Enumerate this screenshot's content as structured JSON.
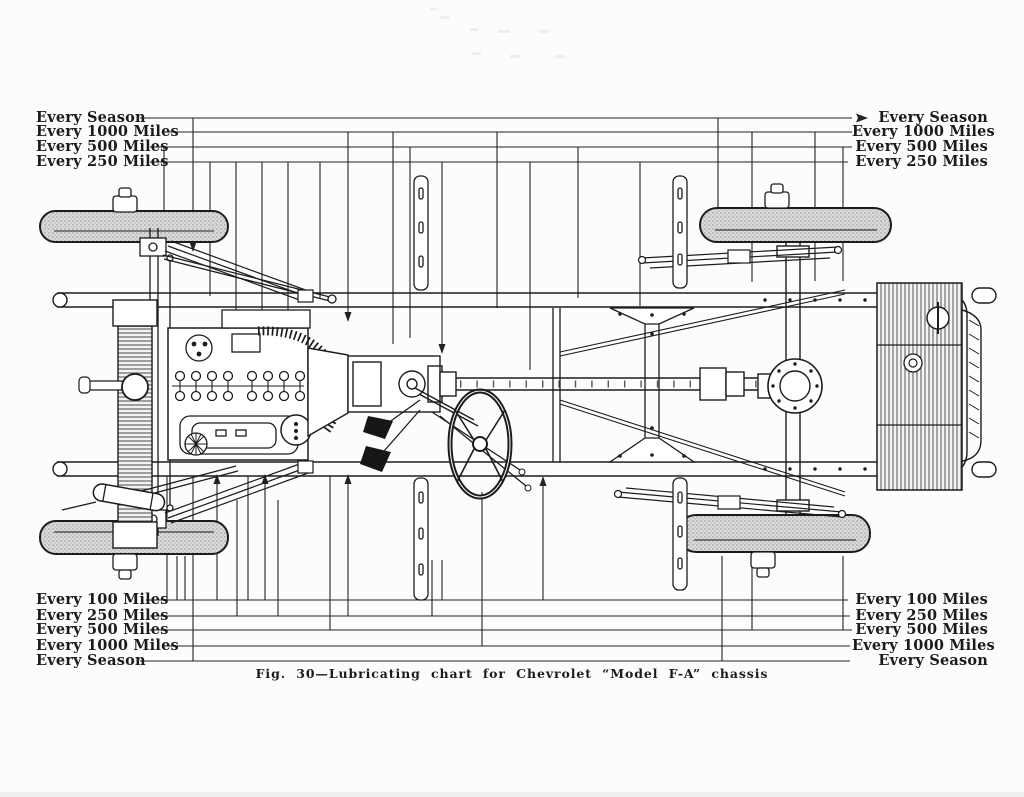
{
  "page": {
    "background_color": "#fcfcfb",
    "ink_color": "#1c1c1c",
    "subject": "Bottom view line drawing of Chevrolet Model F-A chassis with lubrication leader lines"
  },
  "labels": {
    "top_left": [
      "Every Season",
      "Every 1000 Miles",
      "Every 500 Miles",
      "Every 250 Miles"
    ],
    "top_right": [
      "Every Season",
      "Every 1000 Miles",
      "Every 500 Miles",
      "Every 250 Miles"
    ],
    "bottom_left": [
      "Every 100 Miles",
      "Every 250 Miles",
      "Every 500 Miles",
      "Every 1000 Miles",
      "Every Season"
    ],
    "bottom_right": [
      "Every 100 Miles",
      "Every 250 Miles",
      "Every 500 Miles",
      "Every 1000 Miles",
      "Every Season"
    ]
  },
  "caption": "Fig. 30—Lubricating chart for Chevrolet “Model F-A” chassis",
  "diagram_parts": [
    "front wheels",
    "rear wheels",
    "frame rails",
    "radiator with starting crank",
    "engine block",
    "flexible tube",
    "transmission",
    "pedals",
    "steering wheel",
    "torque tube",
    "brake rods",
    "cross member",
    "rear axle and differential",
    "rear springs",
    "fuel tank",
    "running-board brackets"
  ]
}
